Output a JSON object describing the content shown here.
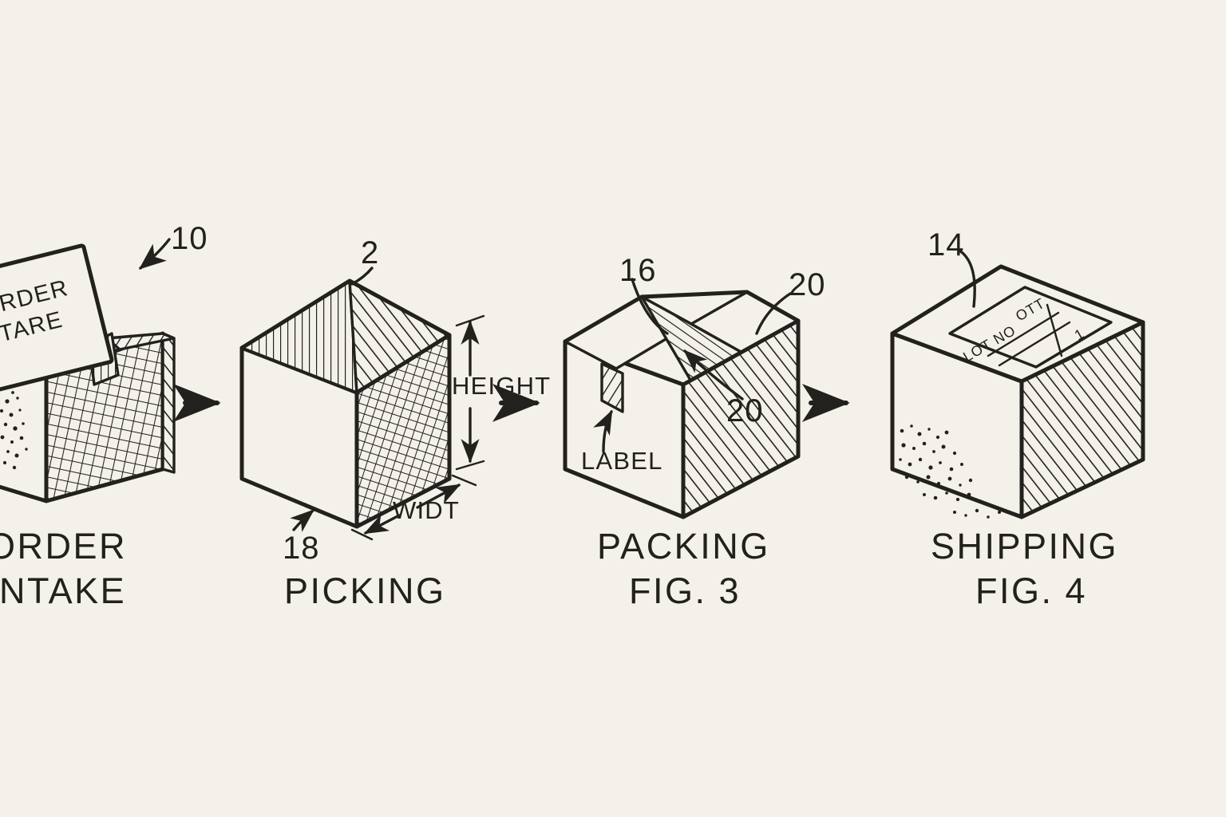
{
  "figure": {
    "kind": "patent-process-diagram",
    "background_color": "#F4F1EA",
    "ink_color": "#23211D",
    "step_count": 4
  },
  "steps": [
    {
      "id": "order-intake",
      "caption_line1": "ORDER",
      "caption_line2": "INTAKE",
      "fig_label": "",
      "ref_numerals": [
        "10"
      ],
      "card_line1": "ORDER",
      "card_line2": "INTARE",
      "shading": [
        "crosshatch-front",
        "hatch-inner-flap",
        "stipple-left"
      ]
    },
    {
      "id": "picking",
      "caption_line1": "PICKING",
      "caption_line2": "",
      "fig_label": "",
      "ref_numerals": [
        "2",
        "18"
      ],
      "dimension_labels": [
        "HEIGHT",
        "WIDT"
      ],
      "shading": [
        "vertical-hatch-top-left",
        "diagonal-hatch-top-right",
        "crosshatch-front"
      ]
    },
    {
      "id": "packing",
      "caption_line1": "PACKING",
      "caption_line2": "FIG. 3",
      "fig_label": "FIG. 3",
      "ref_numerals": [
        "16",
        "20",
        "20"
      ],
      "callout_label": "LABEL",
      "shading": [
        "diagonal-hatch-tape",
        "diagonal-hatch-right-face"
      ]
    },
    {
      "id": "shipping",
      "caption_line1": "SHIPPING",
      "caption_line2": "FIG. 4",
      "fig_label": "FIG. 4",
      "ref_numerals": [
        "14"
      ],
      "label_fields": [
        "OTT",
        "LOT NO",
        "1"
      ],
      "shading": [
        "diagonal-hatch-right-face",
        "stipple-left-face"
      ]
    }
  ],
  "connectors": {
    "arrow_count": 3,
    "style": "solid-right-arrow"
  }
}
